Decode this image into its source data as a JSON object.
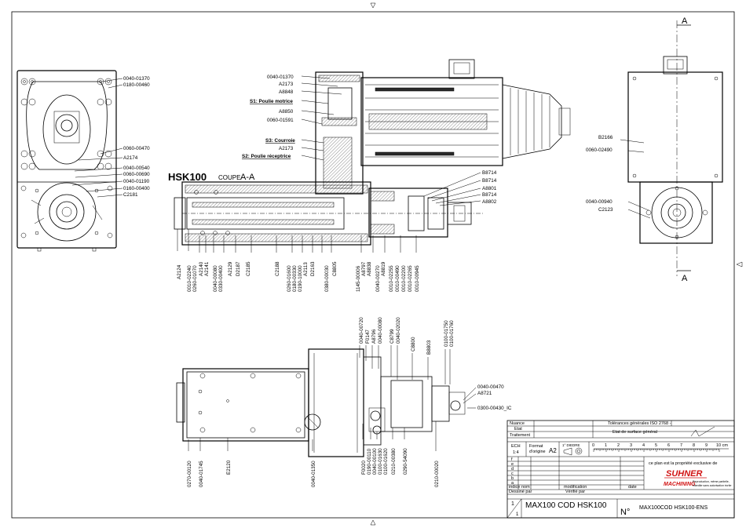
{
  "drawing": {
    "section_marker": "A",
    "title_hsk": "HSK100",
    "coupe_prefix": "COUPE ",
    "coupe_name": "A-A",
    "front_callouts": [
      "0040-01370",
      "0180-00460",
      "0060-00470",
      "A2174",
      "0040-00540",
      "0060-00690",
      "0040-01190",
      "0160-00400",
      "C2181"
    ],
    "top_callouts": [
      "0040-01370",
      "A2173",
      "A8848",
      "S1: Poulie motrice",
      "A8850",
      "0060-01591",
      "S3: Courroie",
      "A2173",
      "S2: Poulie réceptrice"
    ],
    "section_right_callouts": [
      "B8714",
      "B8714",
      "A8801",
      "B8714",
      "A8802"
    ],
    "section_bottom_callouts": [
      "A2124",
      "0010-02240",
      "0260-01070",
      "A2140",
      "A2141",
      "0040-00080",
      "0330-00400",
      "A2129",
      "D2187",
      "C2185",
      "C2188",
      "0260-01600",
      "0180-00330",
      "0190-10000",
      "A2113",
      "D2163",
      "0380-00030",
      "C8805",
      "1145-00006",
      "A8797",
      "A8838",
      "0040-00270",
      "A8819",
      "0010-02255",
      "0010-00490",
      "0010-02200",
      "0010-02265",
      "0010-00945"
    ],
    "side_callouts": [
      "B2166",
      "0060-02490",
      "0040-00940",
      "C2123"
    ],
    "bottom_top_callouts": [
      "0040-00720",
      "F0147",
      "A8796",
      "0040-00080",
      "C8799",
      "0040-02020",
      "C8800",
      "B8803",
      "0100-01750",
      "0100-01760"
    ],
    "bottom_right_callouts": [
      "0040-00470",
      "A8721",
      "0300-00430_IC"
    ],
    "bottom_lower_callouts": [
      "0270-00120",
      "0040-01745",
      "E2120",
      "0040-01350",
      "F0020",
      "0190-00110",
      "0040-00100",
      "0100-01630",
      "0100-01620",
      "0210-00380",
      "0290-54090",
      "0210-00020"
    ]
  },
  "title_block": {
    "nuance_label": "Nuance",
    "etat_label": "Etat",
    "traitement_label": "Traitement",
    "tolerances": "Tolérances générales  ISO 2768 -",
    "surface": "Etat de surface général",
    "ech_label": "ECH",
    "ech_value": "1:4",
    "format_label": "Format\nd'origine",
    "format_value": "A2",
    "diedre_label": "1° DIEDRE",
    "scale_numbers": [
      "0",
      "1",
      "2",
      "3",
      "4",
      "5",
      "6",
      "7",
      "8",
      "9",
      "10 cm"
    ],
    "rev_letters": [
      "f",
      "e",
      "d",
      "c",
      "b",
      "a"
    ],
    "indice_label": "indice",
    "nom_label": "nom",
    "modification_label": "modification",
    "date_label": "date",
    "dessine_label": "Dessiné par",
    "verifie_label": "Vérifié par",
    "property_text": "ce plan est la propriété exclusive de",
    "company_name": "SUHNER",
    "company_sub": "MACHINING",
    "reproduction_text": "Reproduction, même partielle,\ninterdite sans autorisation écrite",
    "sheet_num": "1",
    "sheet_total": "1",
    "drawing_title": "MAX100 COD HSK100",
    "number_prefix": "N°",
    "drawing_number": "MAX100COD HSK100-ENS"
  }
}
